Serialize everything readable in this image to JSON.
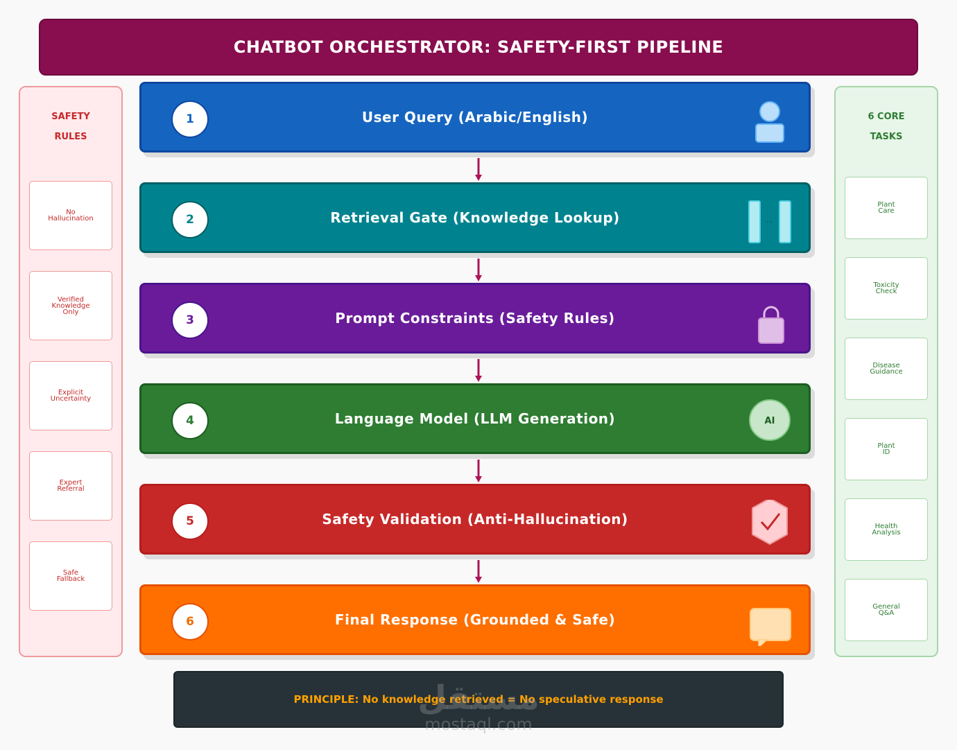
{
  "title": "CHATBOT ORCHESTRATOR: SAFETY-FIRST PIPELINE",
  "safety_rules": {
    "title": "SAFETY\nRULES",
    "items": [
      "No\nHallucination",
      "Verified\nKnowledge\nOnly",
      "Explicit\nUncertainty",
      "Expert\nReferral",
      "Safe\nFallback"
    ]
  },
  "core_tasks": {
    "title": "6 CORE\nTASKS",
    "items": [
      "Plant\nCare",
      "Toxicity\nCheck",
      "Disease\nGuidance",
      "Plant\nID",
      "Health\nAnalysis",
      "General\nQ&A"
    ]
  },
  "stages": [
    {
      "number": "1",
      "label": "User Query (Arabic/English)",
      "icon": "user-icon",
      "color": "#1565c0"
    },
    {
      "number": "2",
      "label": "Retrieval Gate (Knowledge Lookup)",
      "icon": "book-icon",
      "color": "#00838f"
    },
    {
      "number": "3",
      "label": "Prompt Constraints (Safety Rules)",
      "icon": "lock-icon",
      "color": "#6a1b9a"
    },
    {
      "number": "4",
      "label": "Language Model (LLM Generation)",
      "icon": "ai-icon",
      "icon_text": "AI",
      "color": "#2e7d32"
    },
    {
      "number": "5",
      "label": "Safety Validation (Anti-Hallucination)",
      "icon": "shield-check-icon",
      "color": "#c62828"
    },
    {
      "number": "6",
      "label": "Final Response (Grounded & Safe)",
      "icon": "speech-bubble-icon",
      "color": "#ef6c00"
    }
  ],
  "principle": "PRINCIPLE: No knowledge retrieved = No speculative response",
  "watermark": {
    "arabic": "مستقل",
    "latin": "mostaql.com"
  }
}
